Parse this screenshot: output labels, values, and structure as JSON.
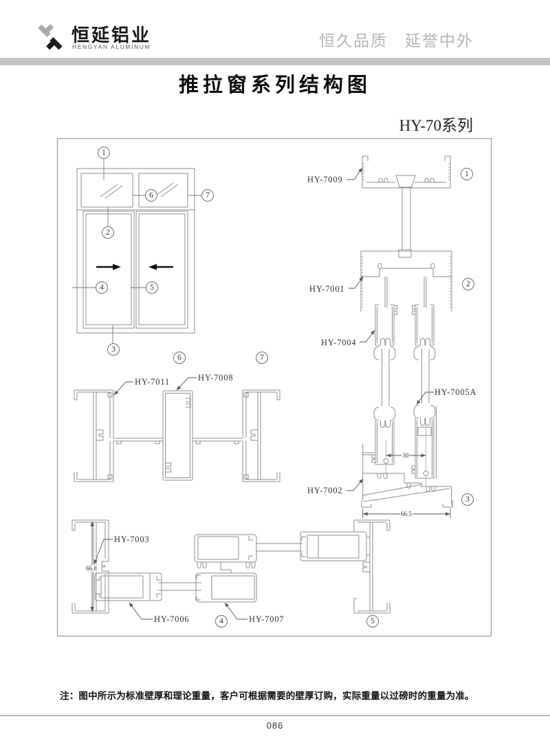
{
  "header": {
    "logo_title": "恒延铝业",
    "logo_subtitle": "HENGYAN ALUMINUM",
    "slogan": "恒久品质　延誉中外"
  },
  "page": {
    "title": "推拉窗系列结构图",
    "series": "HY-70系列",
    "note": "注：图中所示为标准壁厚和理论重量，客户可根据需要的壁厚订购，实际重量以过磅时的重量为准。",
    "page_number": "086"
  },
  "diagram": {
    "callouts": {
      "n1": "1",
      "n2": "2",
      "n3": "3",
      "n4": "4",
      "n5": "5",
      "n6": "6",
      "n7": "7"
    },
    "labels": {
      "hy7009": "HY-7009",
      "hy7001": "HY-7001",
      "hy7004": "HY-7004",
      "hy7005a": "HY-7005A",
      "hy7002": "HY-7002",
      "hy7011": "HY-7011",
      "hy7008": "HY-7008",
      "hy7003": "HY-7003",
      "hy7006": "HY-7006",
      "hy7007": "HY-7007"
    },
    "dimensions": {
      "track_spacing": "30",
      "sill_width": "66.5",
      "jamb_width": "66.8"
    }
  },
  "colors": {
    "header_bar": "#c5c5c5",
    "slogan_text": "#b5b5b5",
    "line_gray": "#8c8c8c",
    "footer_line": "#b8b8b8"
  }
}
